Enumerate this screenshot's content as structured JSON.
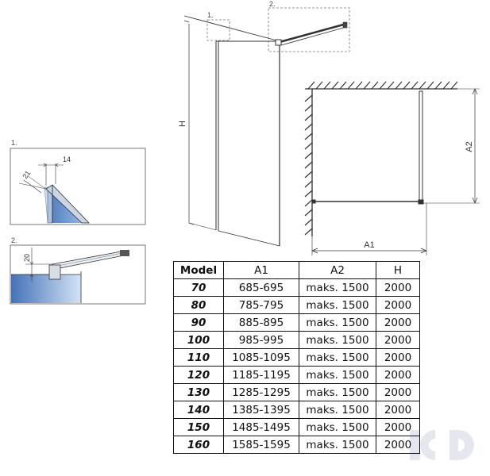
{
  "callouts": {
    "c1": "1.",
    "c2": "2."
  },
  "dimensions": {
    "h": "H",
    "a1": "A1",
    "a2": "A2",
    "d14": "14",
    "d21": "21",
    "d20": "20"
  },
  "table": {
    "headers": [
      "Model",
      "A1",
      "A2",
      "H"
    ],
    "rows": [
      {
        "model": "70",
        "a1": "685-695",
        "a2": "maks. 1500",
        "h": "2000"
      },
      {
        "model": "80",
        "a1": "785-795",
        "a2": "maks. 1500",
        "h": "2000"
      },
      {
        "model": "90",
        "a1": "885-895",
        "a2": "maks. 1500",
        "h": "2000"
      },
      {
        "model": "100",
        "a1": "985-995",
        "a2": "maks. 1500",
        "h": "2000"
      },
      {
        "model": "110",
        "a1": "1085-1095",
        "a2": "maks. 1500",
        "h": "2000"
      },
      {
        "model": "120",
        "a1": "1185-1195",
        "a2": "maks. 1500",
        "h": "2000"
      },
      {
        "model": "130",
        "a1": "1285-1295",
        "a2": "maks. 1500",
        "h": "2000"
      },
      {
        "model": "140",
        "a1": "1385-1395",
        "a2": "maks. 1500",
        "h": "2000"
      },
      {
        "model": "150",
        "a1": "1485-1495",
        "a2": "maks. 1500",
        "h": "2000"
      },
      {
        "model": "160",
        "a1": "1585-1595",
        "a2": "maks. 1500",
        "h": "2000"
      }
    ]
  },
  "colors": {
    "glass": "#5b8fd0",
    "glass_light": "#dbe8f7",
    "watermark": "#e4e8ee"
  }
}
